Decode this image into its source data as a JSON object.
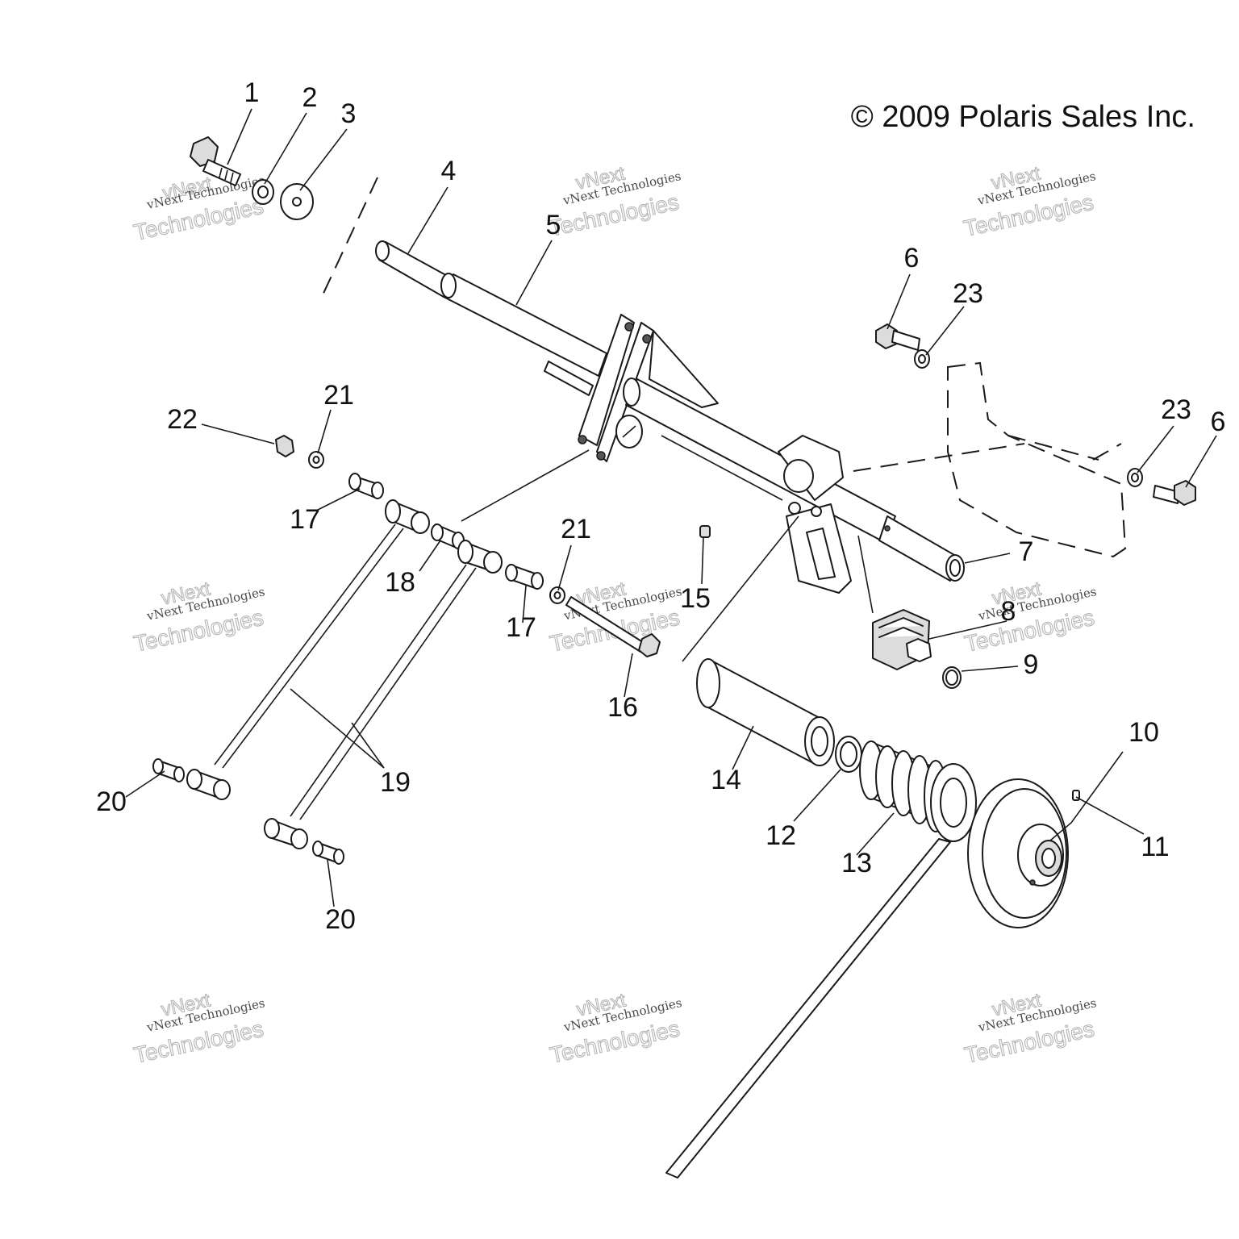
{
  "copyright": "© 2009 Polaris Sales Inc.",
  "watermark": {
    "top": "vNext",
    "small": "vNext Technologies",
    "big": "Technologies"
  },
  "callouts": {
    "c1": "1",
    "c2": "2",
    "c3": "3",
    "c4": "4",
    "c5": "5",
    "c6a": "6",
    "c6b": "6",
    "c7": "7",
    "c8": "8",
    "c9": "9",
    "c10": "10",
    "c11": "11",
    "c12": "12",
    "c13": "13",
    "c14": "14",
    "c15": "15",
    "c16": "16",
    "c17a": "17",
    "c17b": "17",
    "c18": "18",
    "c19": "19",
    "c20a": "20",
    "c20b": "20",
    "c21a": "21",
    "c21b": "21",
    "c22": "22",
    "c23a": "23",
    "c23b": "23"
  },
  "colors": {
    "line": "#1a1a1a",
    "watermark": "#b5b5b5",
    "background": "#ffffff"
  }
}
